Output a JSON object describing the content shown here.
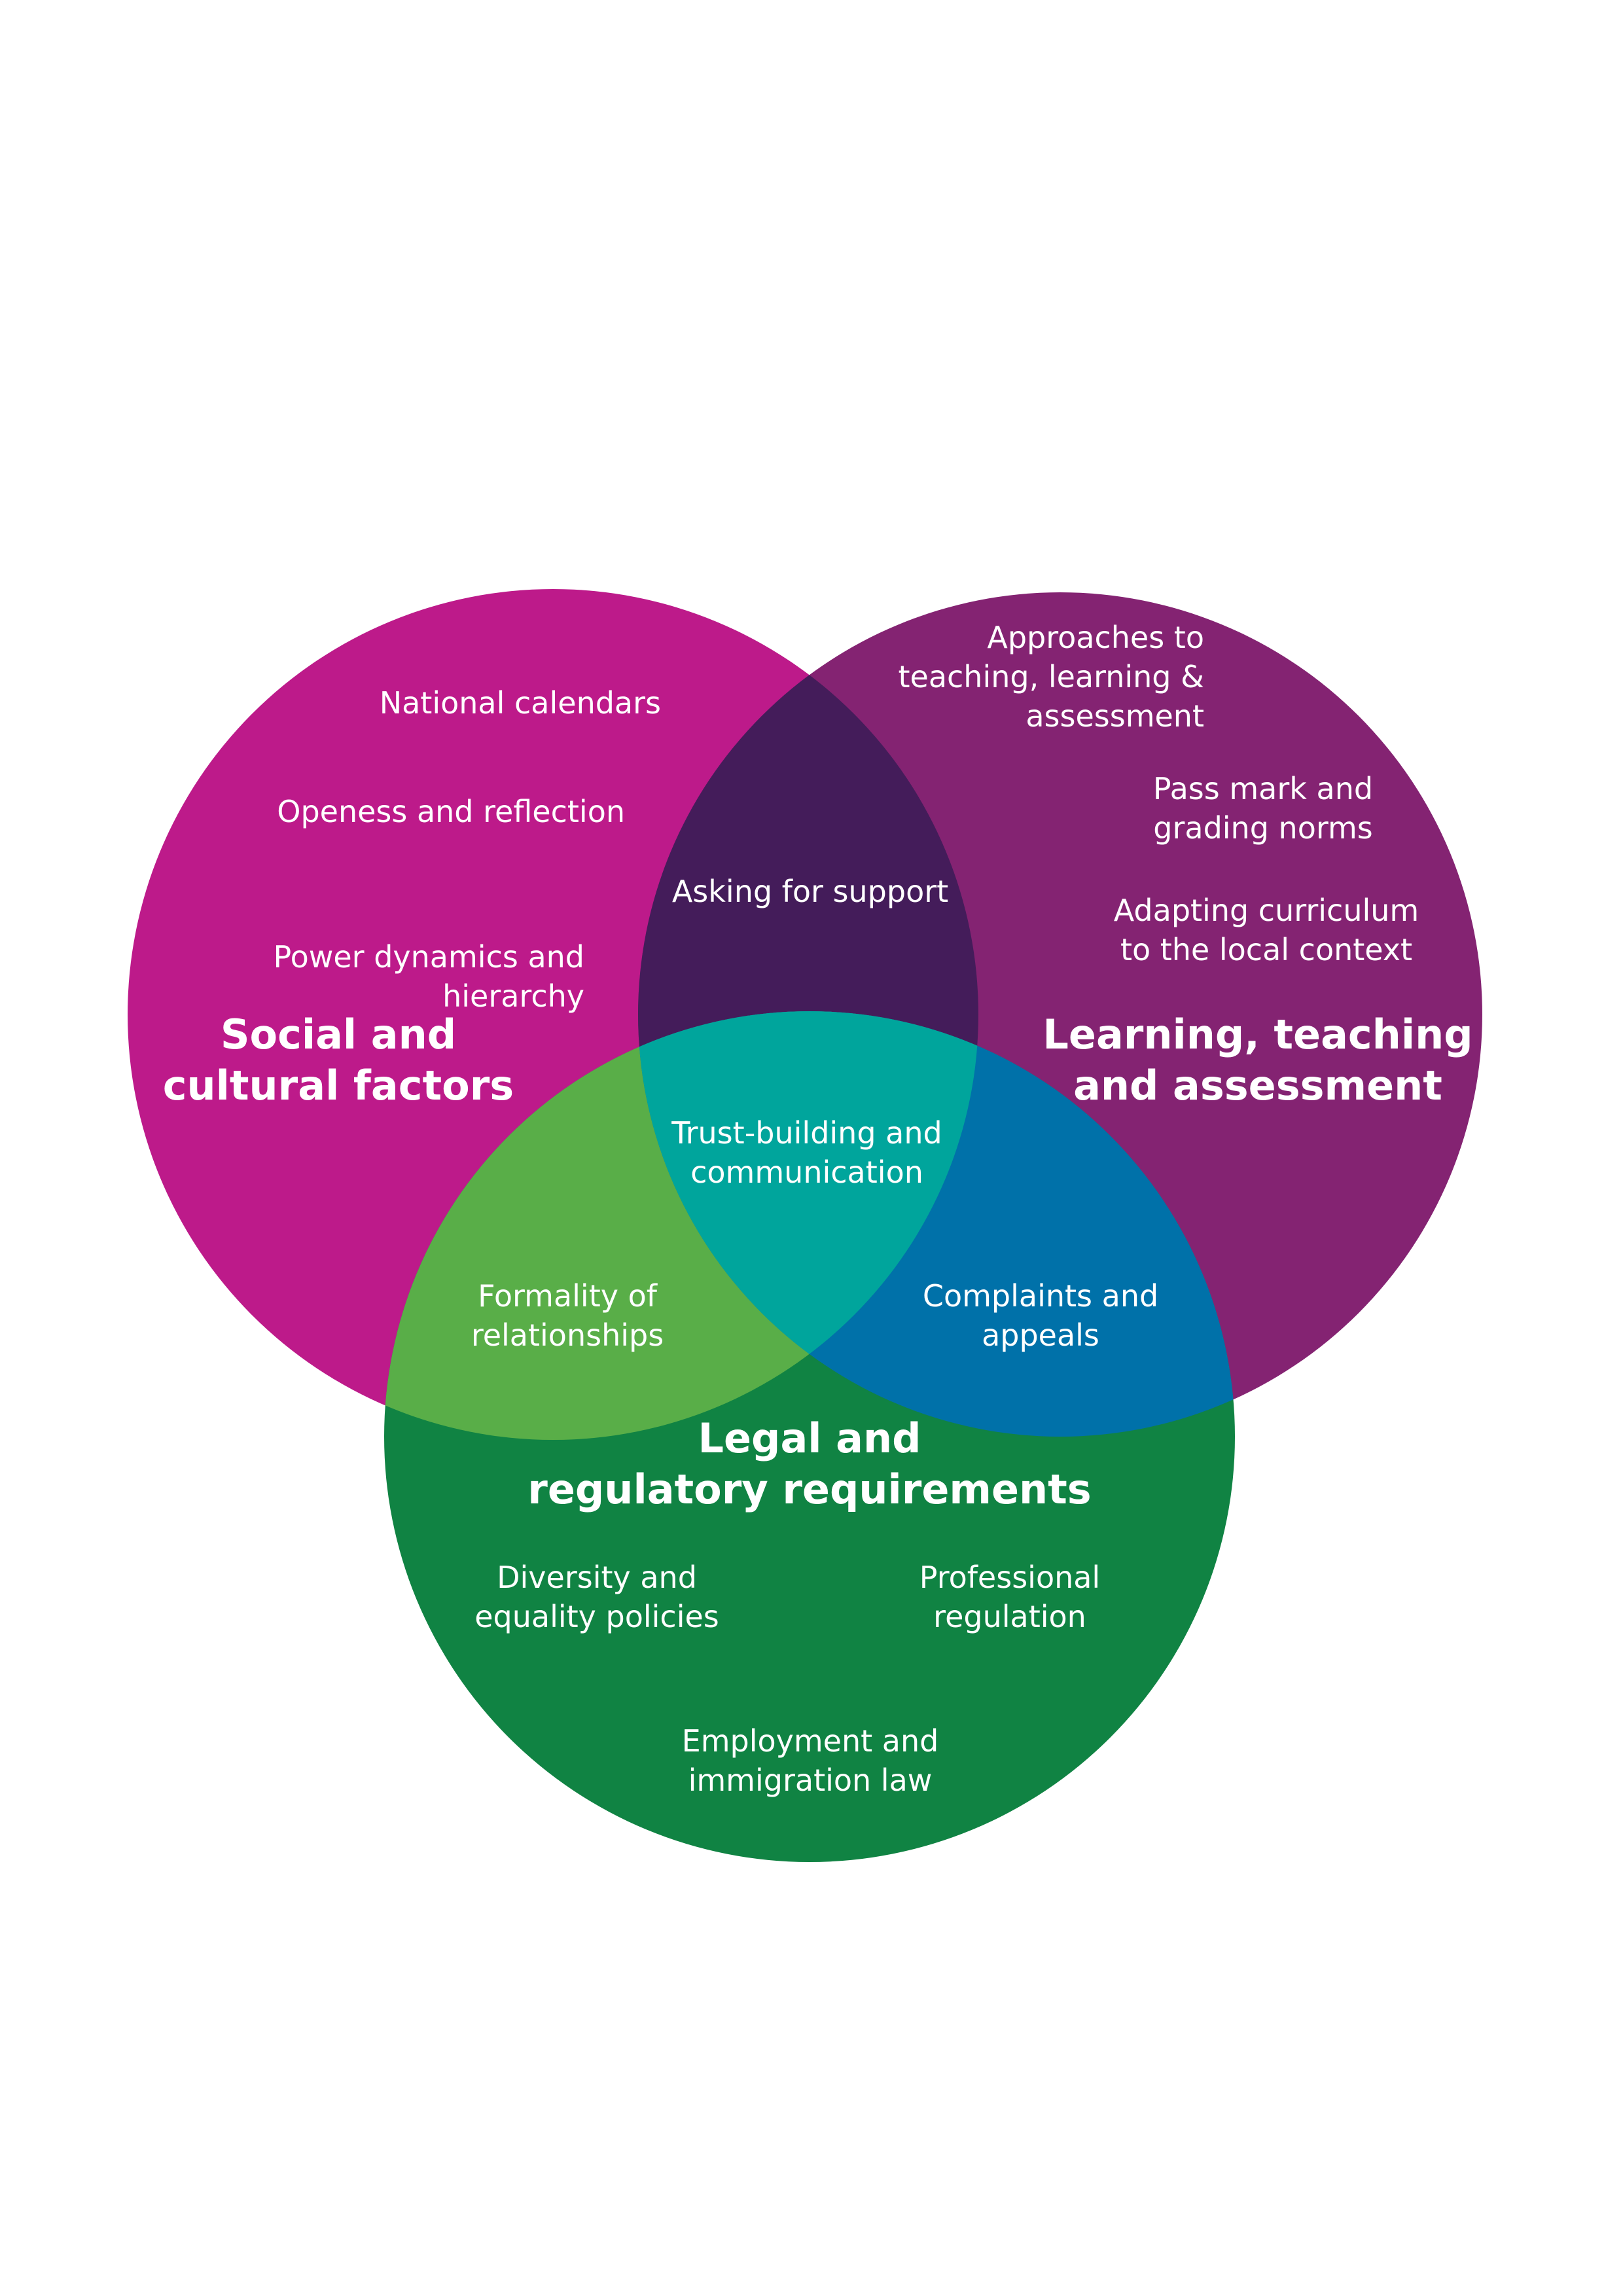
{
  "colors": {
    "social": "#bd1a8a",
    "learning": "#842372",
    "legal": "#108343",
    "social_learning": "#441c5a",
    "social_legal": "#59ae48",
    "learning_legal": "#0071a9",
    "all_three": "#00a59c",
    "text": "#ffffff"
  },
  "circles": {
    "social": {
      "title_line1": "Social and",
      "title_line2": "cultural factors"
    },
    "learning": {
      "title_line1": "Learning, teaching",
      "title_line2": "and assessment"
    },
    "legal": {
      "title_line1": "Legal and",
      "title_line2": "regulatory requirements"
    }
  },
  "items": {
    "national_calendars": "National calendars",
    "openness": "Openess and reflection",
    "power_l1": "Power dynamics and",
    "power_l2": "hierarchy",
    "approaches_l1": "Approaches to",
    "approaches_l2": "teaching, learning &",
    "approaches_l3": "assessment",
    "pass_l1": "Pass mark and",
    "pass_l2": "grading norms",
    "adapting_l1": "Adapting curriculum",
    "adapting_l2": "to the local context",
    "diversity_l1": "Diversity and",
    "diversity_l2": "equality policies",
    "professional_l1": "Professional",
    "professional_l2": "regulation",
    "employment_l1": "Employment and",
    "employment_l2": "immigration law"
  },
  "overlaps": {
    "social_learning": "Asking for support",
    "all_l1": "Trust-building and",
    "all_l2": "communication",
    "social_legal_l1": "Formality of",
    "social_legal_l2": "relationships",
    "learning_legal_l1": "Complaints and",
    "learning_legal_l2": "appeals"
  }
}
